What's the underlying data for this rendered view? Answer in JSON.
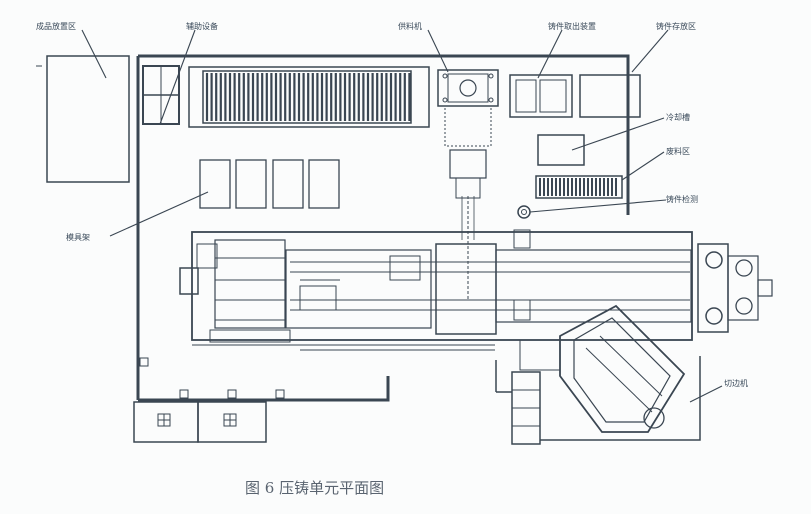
{
  "labels": {
    "finished_product_area": "成品放置区",
    "auxiliary_equipment": "辅助设备",
    "material_feeder": "供料机",
    "casting_unloading": "铸件取出装置",
    "casting_storage": "铸件存放区",
    "cooling_tank": "冷却槽",
    "waste_area": "废料区",
    "casting_inspection": "铸件检测",
    "mold_rack": "模具架",
    "trim_press": "切边机"
  },
  "caption": "图 6 压铸单元平面图",
  "colors": {
    "line": "#3a4652",
    "text": "#3a4a5a",
    "caption": "#5a6470"
  }
}
